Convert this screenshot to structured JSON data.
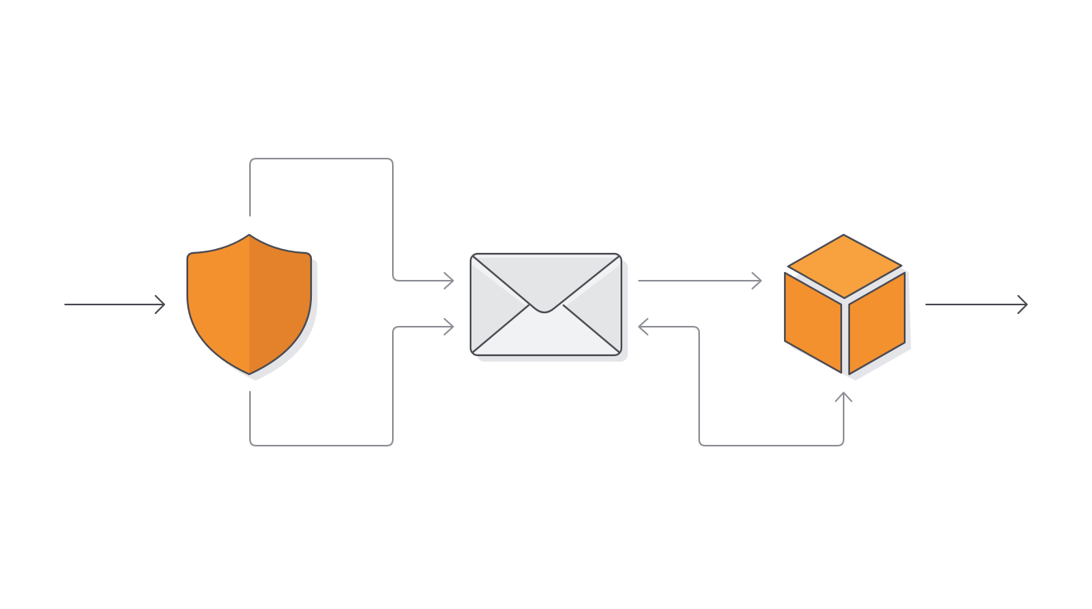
{
  "diagram": {
    "nodes": [
      {
        "id": "shield",
        "icon": "shield-icon"
      },
      {
        "id": "envelope",
        "icon": "envelope-icon"
      },
      {
        "id": "cube",
        "icon": "cube-icon"
      }
    ],
    "edges": [
      {
        "id": "input-to-shield",
        "from": "input",
        "to": "shield"
      },
      {
        "id": "shield-top-to-envelope",
        "from": "shield",
        "to": "envelope"
      },
      {
        "id": "shield-bottom-to-envelope",
        "from": "shield",
        "to": "envelope"
      },
      {
        "id": "envelope-to-cube",
        "from": "envelope",
        "to": "cube"
      },
      {
        "id": "cube-to-envelope",
        "from": "cube",
        "to": "envelope"
      },
      {
        "id": "cube-feedback-loop",
        "from": "cube",
        "to": "cube"
      },
      {
        "id": "cube-to-output",
        "from": "cube",
        "to": "output"
      }
    ]
  },
  "colors": {
    "accent_orange": "#F4912F",
    "accent_orange_dark": "#E3822A",
    "accent_orange_light": "#F7A23E",
    "outline": "#4A4A52",
    "connector": "#8E9097",
    "shadow": "#E4E5E8",
    "envelope_fill": "#F1F2F3",
    "envelope_flap": "#E3E5E7"
  }
}
